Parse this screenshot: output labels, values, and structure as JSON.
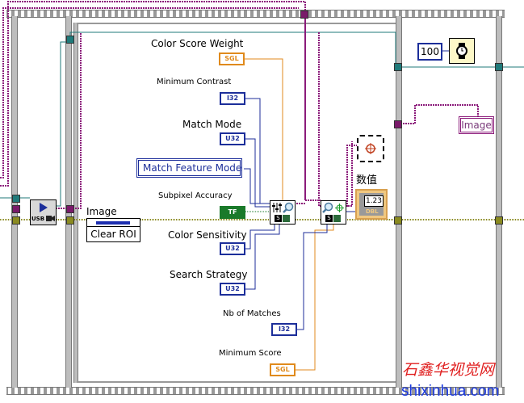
{
  "diagram": {
    "controls": {
      "color_score_weight": {
        "label": "Color Score Weight",
        "type": "SGL"
      },
      "minimum_contrast": {
        "label": "Minimum Contrast",
        "type": "I32"
      },
      "match_mode": {
        "label": "Match Mode",
        "type": "U32"
      },
      "match_feature_mode": {
        "value": "Match Feature Mode"
      },
      "subpixel_accuracy": {
        "label": "Subpixel Accuracy",
        "type": "TF"
      },
      "color_sensitivity": {
        "label": "Color Sensitivity",
        "type": "U32"
      },
      "search_strategy": {
        "label": "Search Strategy",
        "type": "U32"
      },
      "nb_of_matches": {
        "label": "Nb of Matches",
        "type": "I32"
      },
      "minimum_score": {
        "label": "Minimum Score",
        "type": "SGL"
      }
    },
    "image_constant": {
      "label": "Image",
      "value": "Clear ROI"
    },
    "usb_vi": {
      "text": "USB"
    },
    "numeric_indicator": {
      "label": "数值",
      "value": "1.23",
      "type": "DBL"
    },
    "wait_constant": "100",
    "image_indicator": "Image",
    "colors": {
      "image_wire": "#8b1a7a",
      "refnum_wire": "#1f7a7a",
      "error_wire": "#8a8a20",
      "sgl": "#e08a1c",
      "int": "#1c2e9a",
      "bool": "#1a7a2a"
    }
  },
  "watermark": {
    "cn": "石鑫华视觉网",
    "url": "shixinhua.com"
  }
}
